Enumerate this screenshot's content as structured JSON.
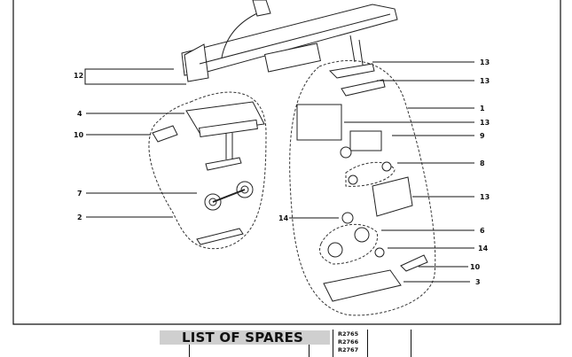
{
  "diagram": {
    "callouts": [
      {
        "id": "13",
        "side": "right"
      },
      {
        "id": "13",
        "side": "right"
      },
      {
        "id": "1",
        "side": "right"
      },
      {
        "id": "13",
        "side": "right"
      },
      {
        "id": "9",
        "side": "right"
      },
      {
        "id": "8",
        "side": "right"
      },
      {
        "id": "13",
        "side": "right"
      },
      {
        "id": "6",
        "side": "right"
      },
      {
        "id": "14",
        "side": "right"
      },
      {
        "id": "10",
        "side": "right"
      },
      {
        "id": "3",
        "side": "right"
      },
      {
        "id": "14",
        "side": "left"
      },
      {
        "id": "12",
        "side": "left"
      },
      {
        "id": "4",
        "side": "left"
      },
      {
        "id": "10",
        "side": "left"
      },
      {
        "id": "7",
        "side": "left"
      },
      {
        "id": "2",
        "side": "left"
      }
    ]
  },
  "spares": {
    "title": "LIST OF SPARES",
    "codes": [
      "R2765",
      "R2766",
      "R2767"
    ]
  }
}
